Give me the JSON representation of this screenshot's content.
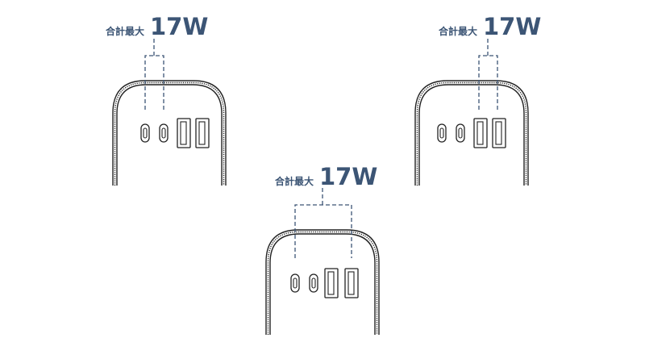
{
  "colors": {
    "label": "#3c5575",
    "line": "#222222"
  },
  "configurations": [
    {
      "id": "config-usb-c-pair",
      "label_prefix": "合計最大",
      "label_value": "17W",
      "grouped_ports": [
        "usb-c-1",
        "usb-c-2"
      ]
    },
    {
      "id": "config-usb-a-pair",
      "label_prefix": "合計最大",
      "label_value": "17W",
      "grouped_ports": [
        "usb-a-1",
        "usb-a-2"
      ]
    },
    {
      "id": "config-all-ports",
      "label_prefix": "合計最大",
      "label_value": "17W",
      "grouped_ports": [
        "usb-c-1",
        "usb-c-2",
        "usb-a-1",
        "usb-a-2"
      ]
    }
  ],
  "ports": [
    "usb-c-1",
    "usb-c-2",
    "usb-a-1",
    "usb-a-2"
  ]
}
